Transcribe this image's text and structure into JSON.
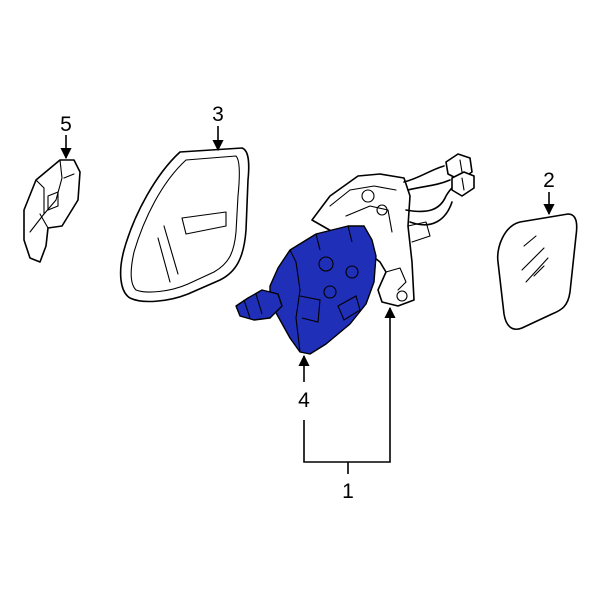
{
  "callouts": [
    {
      "id": "1",
      "label": "1"
    },
    {
      "id": "2",
      "label": "2"
    },
    {
      "id": "3",
      "label": "3"
    },
    {
      "id": "4",
      "label": "4"
    },
    {
      "id": "5",
      "label": "5"
    }
  ],
  "highlight_color": "#1f2fb8",
  "line_color": "#000000",
  "background_color": "#ffffff"
}
